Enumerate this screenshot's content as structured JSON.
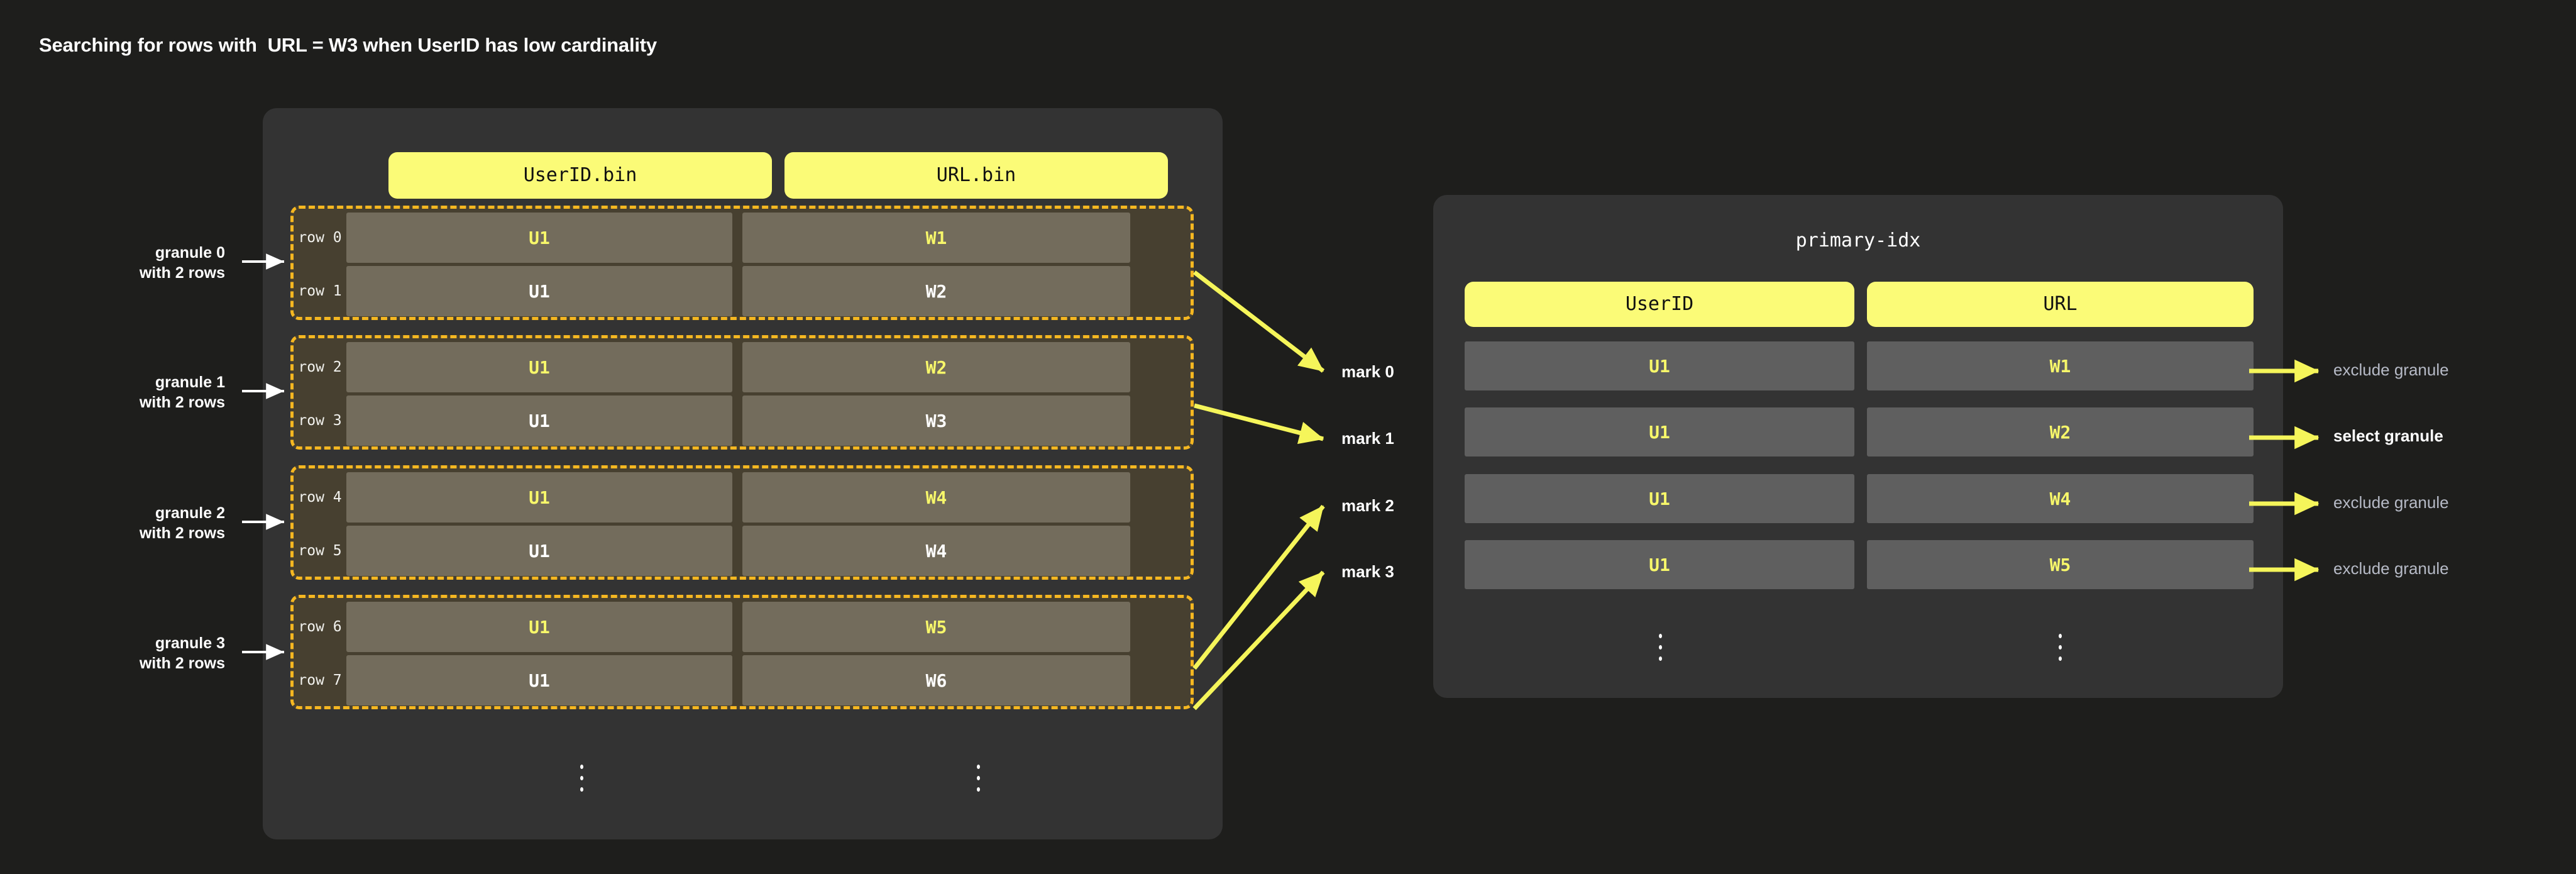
{
  "title": "Searching for rows with  URL = W3 when UserID has low cardinality",
  "colors": {
    "page_background": "#1e1e1c",
    "panel_background": "#333333",
    "accent_yellow": "#fbfb77",
    "arrow_yellow": "#f5f55a",
    "granule_border": "#f5b721",
    "granule_background": "#474030",
    "data_cell": "#736c5c",
    "index_cell": "#5f5f5f",
    "mark_text": "#f7f76a",
    "exclude_text": "#b6bac6",
    "select_text": "#ffffff"
  },
  "data_panel": {
    "columns": [
      {
        "label": "UserID.bin",
        "name": "userid-bin"
      },
      {
        "label": "URL.bin",
        "name": "url-bin"
      }
    ],
    "granules": [
      {
        "note": "granule 0\nwith 2 rows",
        "mark": "mark 0",
        "rows": [
          {
            "label": "row 0",
            "userid": "U1",
            "url": "W1",
            "is_mark": true
          },
          {
            "label": "row 1",
            "userid": "U1",
            "url": "W2",
            "is_mark": false
          }
        ]
      },
      {
        "note": "granule 1\nwith 2 rows",
        "mark": "mark 1",
        "rows": [
          {
            "label": "row 2",
            "userid": "U1",
            "url": "W2",
            "is_mark": true
          },
          {
            "label": "row 3",
            "userid": "U1",
            "url": "W3",
            "is_mark": false
          }
        ]
      },
      {
        "note": "granule 2\nwith 2 rows",
        "mark": "mark 2",
        "rows": [
          {
            "label": "row 4",
            "userid": "U1",
            "url": "W4",
            "is_mark": true
          },
          {
            "label": "row 5",
            "userid": "U1",
            "url": "W4",
            "is_mark": false
          }
        ]
      },
      {
        "note": "granule 3\nwith 2 rows",
        "mark": "mark 3",
        "rows": [
          {
            "label": "row 6",
            "userid": "U1",
            "url": "W5",
            "is_mark": true
          },
          {
            "label": "row 7",
            "userid": "U1",
            "url": "W6",
            "is_mark": false
          }
        ]
      }
    ],
    "continuation_glyph": "vertical-ellipsis"
  },
  "index_panel": {
    "title": "primary-idx",
    "columns": [
      {
        "label": "UserID",
        "name": "userid"
      },
      {
        "label": "URL",
        "name": "url"
      }
    ],
    "rows": [
      {
        "userid": "U1",
        "url": "W1",
        "decision": "exclude granule",
        "selected": false
      },
      {
        "userid": "U1",
        "url": "W2",
        "decision": "select granule",
        "selected": true
      },
      {
        "userid": "U1",
        "url": "W4",
        "decision": "exclude granule",
        "selected": false
      },
      {
        "userid": "U1",
        "url": "W5",
        "decision": "exclude granule",
        "selected": false
      }
    ],
    "continuation_glyph": "vertical-ellipsis"
  }
}
